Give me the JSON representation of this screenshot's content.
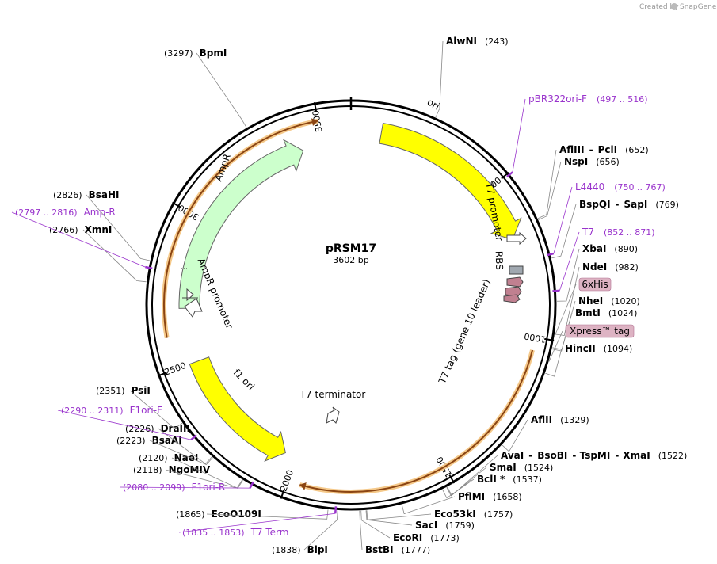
{
  "credit": "Created by",
  "brand": "SnapGene",
  "plasmid": {
    "name": "pRSM17",
    "length_label": "3602 bp",
    "length": 3602
  },
  "ticks": [
    "500",
    "1000",
    "1500",
    "2000",
    "2500",
    "3000",
    "3500"
  ],
  "enzymes": [
    {
      "name": "AlwNI",
      "pos": "(243)"
    },
    {
      "name": "AflIII",
      "sep": "-",
      "name2": "PciI",
      "pos": "(652)"
    },
    {
      "name": "NspI",
      "pos": "(656)"
    },
    {
      "name": "BspQI",
      "sep": "-",
      "name2": "SapI",
      "pos": "(769)"
    },
    {
      "name": "XbaI",
      "pos": "(890)"
    },
    {
      "name": "NdeI",
      "pos": "(982)"
    },
    {
      "name": "NheI",
      "pos": "(1020)"
    },
    {
      "name": "BmtI",
      "pos": "(1024)"
    },
    {
      "name": "HincII",
      "pos": "(1094)"
    },
    {
      "name": "AflII",
      "pos": "(1329)"
    },
    {
      "name": "AvaI",
      "sep": "-",
      "name2": "BsoBI",
      "sep2": "-",
      "name3": "TspMI",
      "sep3": "-",
      "name4": "XmaI",
      "pos": "(1522)"
    },
    {
      "name": "SmaI",
      "pos": "(1524)"
    },
    {
      "name": "BclI *",
      "pos": "(1537)"
    },
    {
      "name": "PflMI",
      "pos": "(1658)"
    },
    {
      "name": "Eco53kI",
      "pos": "(1757)"
    },
    {
      "name": "SacI",
      "pos": "(1759)"
    },
    {
      "name": "EcoRI",
      "pos": "(1773)"
    },
    {
      "name": "BstBI",
      "pos": "(1777)"
    },
    {
      "name": "BlpI",
      "pos": "(1838)"
    },
    {
      "name": "EcoO109I",
      "pos": "(1865)"
    },
    {
      "name": "NgoMIV",
      "pos": "(2118)"
    },
    {
      "name": "NaeI",
      "pos": "(2120)"
    },
    {
      "name": "BsaAI",
      "pos": "(2223)"
    },
    {
      "name": "DraIII",
      "pos": "(2226)"
    },
    {
      "name": "PsiI",
      "pos": "(2351)"
    },
    {
      "name": "XmnI",
      "pos": "(2766)"
    },
    {
      "name": "BsaHI",
      "pos": "(2826)"
    },
    {
      "name": "BpmI",
      "pos": "(3297)"
    }
  ],
  "primers": [
    {
      "name": "pBR322ori-F",
      "range": "(497 .. 516)"
    },
    {
      "name": "L4440",
      "range": "(750 .. 767)"
    },
    {
      "name": "T7",
      "range": "(852 .. 871)"
    },
    {
      "name": "F1ori-F",
      "range": "(2290 .. 2311)"
    },
    {
      "name": "F1ori-R",
      "range": "(2080 .. 2099)"
    },
    {
      "name": "T7 Term",
      "range": "(1835 .. 1853)"
    },
    {
      "name": "Amp-R",
      "range": "(2797 .. 2816)"
    }
  ],
  "features": [
    {
      "name": "ori",
      "color": "#ffff00"
    },
    {
      "name": "AmpR",
      "color": "#ccffcc"
    },
    {
      "name": "f1 ori",
      "color": "#ffff00"
    },
    {
      "name": "T7 promoter",
      "color": "#ffffff"
    },
    {
      "name": "RBS",
      "color": "#a0a8b0"
    },
    {
      "name": "T7 tag (gene 10 leader)",
      "color": "#c08090"
    },
    {
      "name": "T7 terminator",
      "color": "#ffffff"
    },
    {
      "name": "AmpR promoter",
      "color": "#ffffff"
    }
  ],
  "boxed_labels": [
    {
      "name": "6xHis",
      "color": "#ddb3c3"
    },
    {
      "name": "Xpress™ tag",
      "color": "#ddb3c3"
    }
  ],
  "colors": {
    "primer": "#9933cc",
    "orf": "#8b4513",
    "orf_glow": "#f5c98a",
    "backbone": "#000000"
  }
}
